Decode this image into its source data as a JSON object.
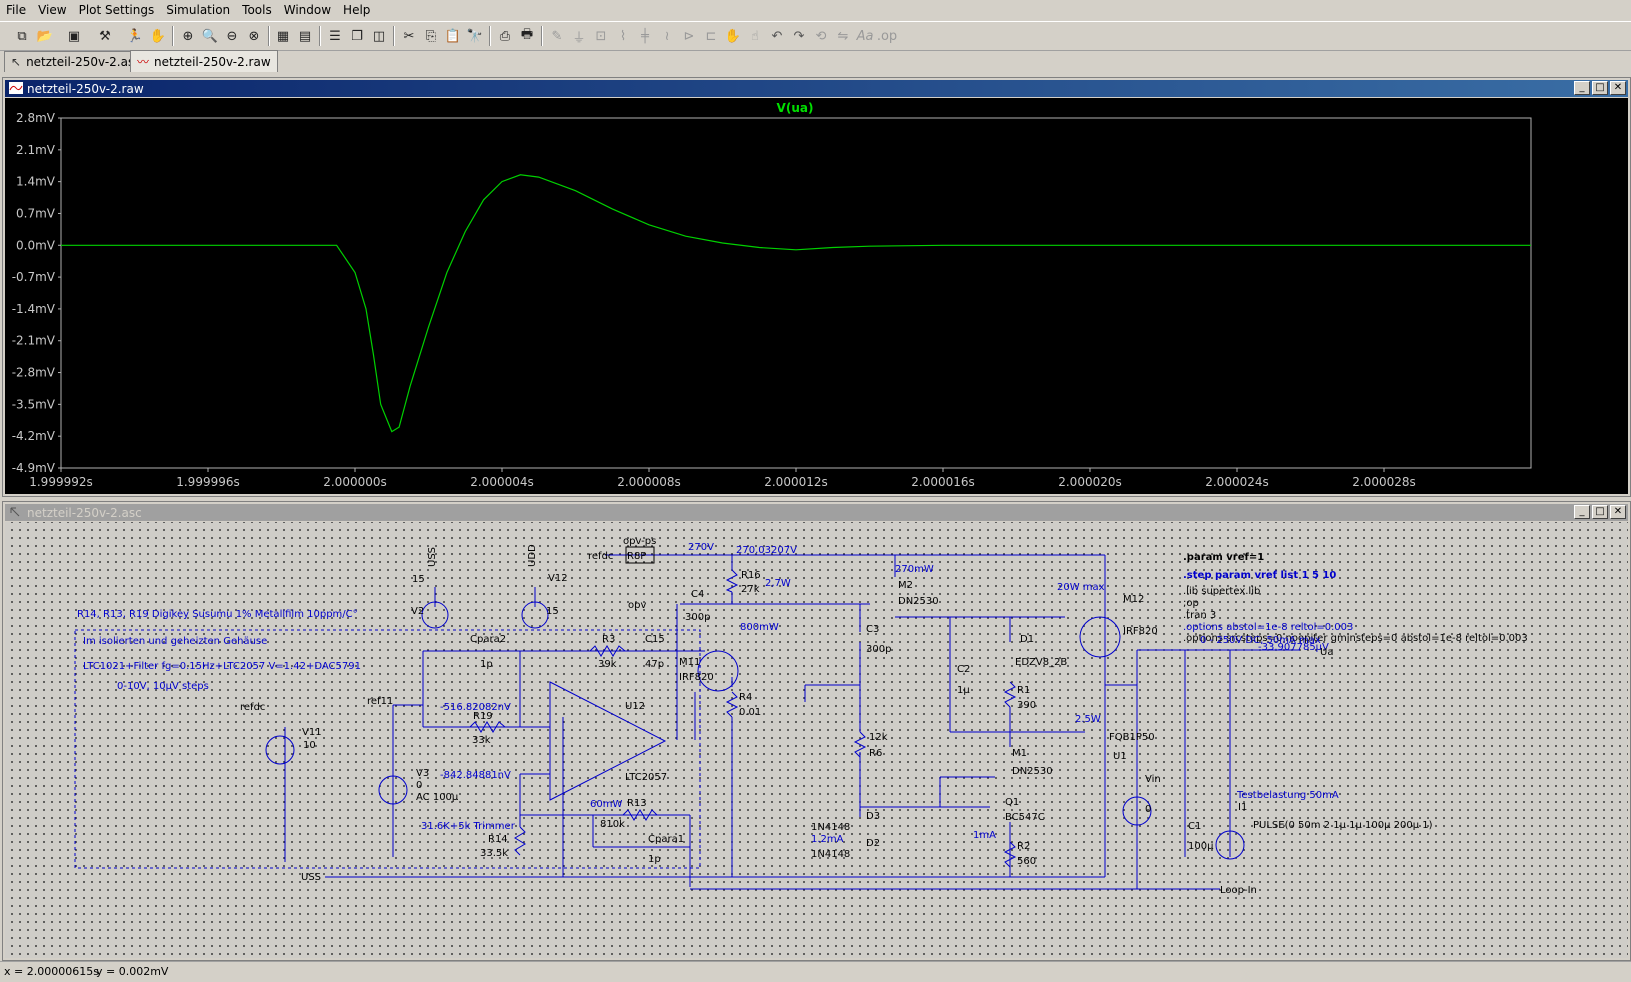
{
  "menu": [
    "File",
    "View",
    "Plot Settings",
    "Simulation",
    "Tools",
    "Window",
    "Help"
  ],
  "tabs": [
    {
      "label": "netzteil-250v-2.asc",
      "active": false
    },
    {
      "label": "netzteil-250v-2.raw",
      "active": true
    }
  ],
  "plot_window": {
    "title": "netzteil-250v-2.raw",
    "trace_label": "V(ua)",
    "trace_color": "#00e000",
    "background": "#000000"
  },
  "schematic_window": {
    "title": "netzteil-250v-2.asc"
  },
  "status": {
    "x": "x = 2.00000615s",
    "y": "y = 0.002mV"
  },
  "chart_data": {
    "type": "line",
    "title": "V(ua)",
    "x_unit": "s",
    "y_unit": "mV",
    "xlim": [
      1.999992,
      2.000032
    ],
    "ylim": [
      -4.9,
      2.8
    ],
    "x_ticks": [
      "1.999992s",
      "1.999996s",
      "2.000000s",
      "2.000004s",
      "2.000008s",
      "2.000012s",
      "2.000016s",
      "2.000020s",
      "2.000024s",
      "2.000028s"
    ],
    "y_ticks": [
      "2.8mV",
      "2.1mV",
      "1.4mV",
      "0.7mV",
      "0.0mV",
      "-0.7mV",
      "-1.4mV",
      "-2.1mV",
      "-2.8mV",
      "-3.5mV",
      "-4.2mV",
      "-4.9mV"
    ],
    "grid": false,
    "series": [
      {
        "name": "V(ua)",
        "x": [
          1.999992,
          1.999998,
          1.999999,
          1.9999995,
          2.0,
          2.0000003,
          2.0000005,
          2.0000007,
          2.000001,
          2.0000012,
          2.0000015,
          2.000002,
          2.0000025,
          2.000003,
          2.0000035,
          2.000004,
          2.0000045,
          2.000005,
          2.000006,
          2.000007,
          2.000008,
          2.000009,
          2.00001,
          2.000011,
          2.000012,
          2.000013,
          2.000014,
          2.000016,
          2.00002,
          2.000024,
          2.000032
        ],
        "y": [
          0,
          0,
          0,
          0.0,
          -0.6,
          -1.4,
          -2.4,
          -3.5,
          -4.1,
          -4.0,
          -3.1,
          -1.8,
          -0.6,
          0.3,
          1.0,
          1.4,
          1.55,
          1.5,
          1.2,
          0.8,
          0.45,
          0.2,
          0.05,
          -0.05,
          -0.1,
          -0.05,
          -0.02,
          0.0,
          0.0,
          0.0,
          0.0
        ]
      }
    ]
  },
  "schematic": {
    "labels": {
      "param": ".param vref=1",
      "step": ".step param vref list 1 5 10",
      "lib": ".lib supertex.lib",
      "op": ";op",
      "tran": ".tran 3",
      "opt1": ".options abstol=1e-8 reltol=0.003",
      "opt2": ".options srcsteps=0 noopiter gminsteps=0 abstol=1e-8 reltol=0.003",
      "note1": "R14, R13, R19 Digikey Susumu 1% Metallfilm 10ppm/C°",
      "note2": "Im isolierten und geheizten Gehäuse",
      "note3": "LTC1021+Filter fg=0.15Hz+LTC2057 V=1.42+DAC5791",
      "note4": "0-10V, 10µV steps",
      "range": "0 - 250V DC, 50mA max",
      "ua_val": "-33.907785µV",
      "ua": "Ua",
      "testlast": "Testbelastung 50mA",
      "pulse": "PULSE(0 50m 2 1µ 1µ 100µ 200µ 1)",
      "loopin": "Loop-In",
      "uss": "USS",
      "udd": "UDD",
      "refdc": "refdc",
      "opvps": "opv-ps",
      "v270": "270V",
      "v270b": "270.03207V",
      "opv": "opv",
      "ref11": "ref11",
      "vneg1": "-516.82082nV",
      "vneg2": "-842.84881nV",
      "p270mw": "270mW",
      "p27w": "2,7W",
      "p800mw": "800mW",
      "p20w": "20W max",
      "p25w": "2.5W",
      "p60mw": "60mW",
      "i12ma": "1.2mA",
      "i1ma": "1mA",
      "trim": "31.6K+5k Trimmer"
    },
    "components": [
      [
        "V2",
        "15"
      ],
      [
        "V12",
        "15"
      ],
      [
        "V11",
        "10"
      ],
      [
        "V3",
        "0"
      ],
      [
        "V3_ac",
        "AC 100µ"
      ],
      [
        "R3",
        "39k"
      ],
      [
        "C15",
        "47p"
      ],
      [
        "Cpara2",
        "1p"
      ],
      [
        "R19",
        "33k"
      ],
      [
        "R14",
        "33.5k"
      ],
      [
        "R13",
        "810k"
      ],
      [
        "Cpara1",
        "1p"
      ],
      [
        "U12",
        "LTC2057"
      ],
      [
        "M11",
        "IRF820"
      ],
      [
        "R4",
        "0.01"
      ],
      [
        "R16",
        "27k"
      ],
      [
        "C4",
        "300p"
      ],
      [
        "R6",
        "12k"
      ],
      [
        "C3",
        "300p"
      ],
      [
        "M2",
        "DN2530"
      ],
      [
        "D3",
        "1N4148"
      ],
      [
        "D2",
        "1N4148"
      ],
      [
        "C2",
        "1µ"
      ],
      [
        "D1",
        "EDZV8_2B"
      ],
      [
        "R1",
        "390"
      ],
      [
        "M1",
        "DN2530"
      ],
      [
        "Q1",
        "BC547C"
      ],
      [
        "R2",
        "560"
      ],
      [
        "M12",
        "IRF820"
      ],
      [
        "U1",
        "FQB1P50"
      ],
      [
        "Vin",
        "0"
      ],
      [
        "C1",
        "100µ"
      ],
      [
        "I1",
        ""
      ],
      [
        "RBP",
        "R8P"
      ]
    ]
  }
}
